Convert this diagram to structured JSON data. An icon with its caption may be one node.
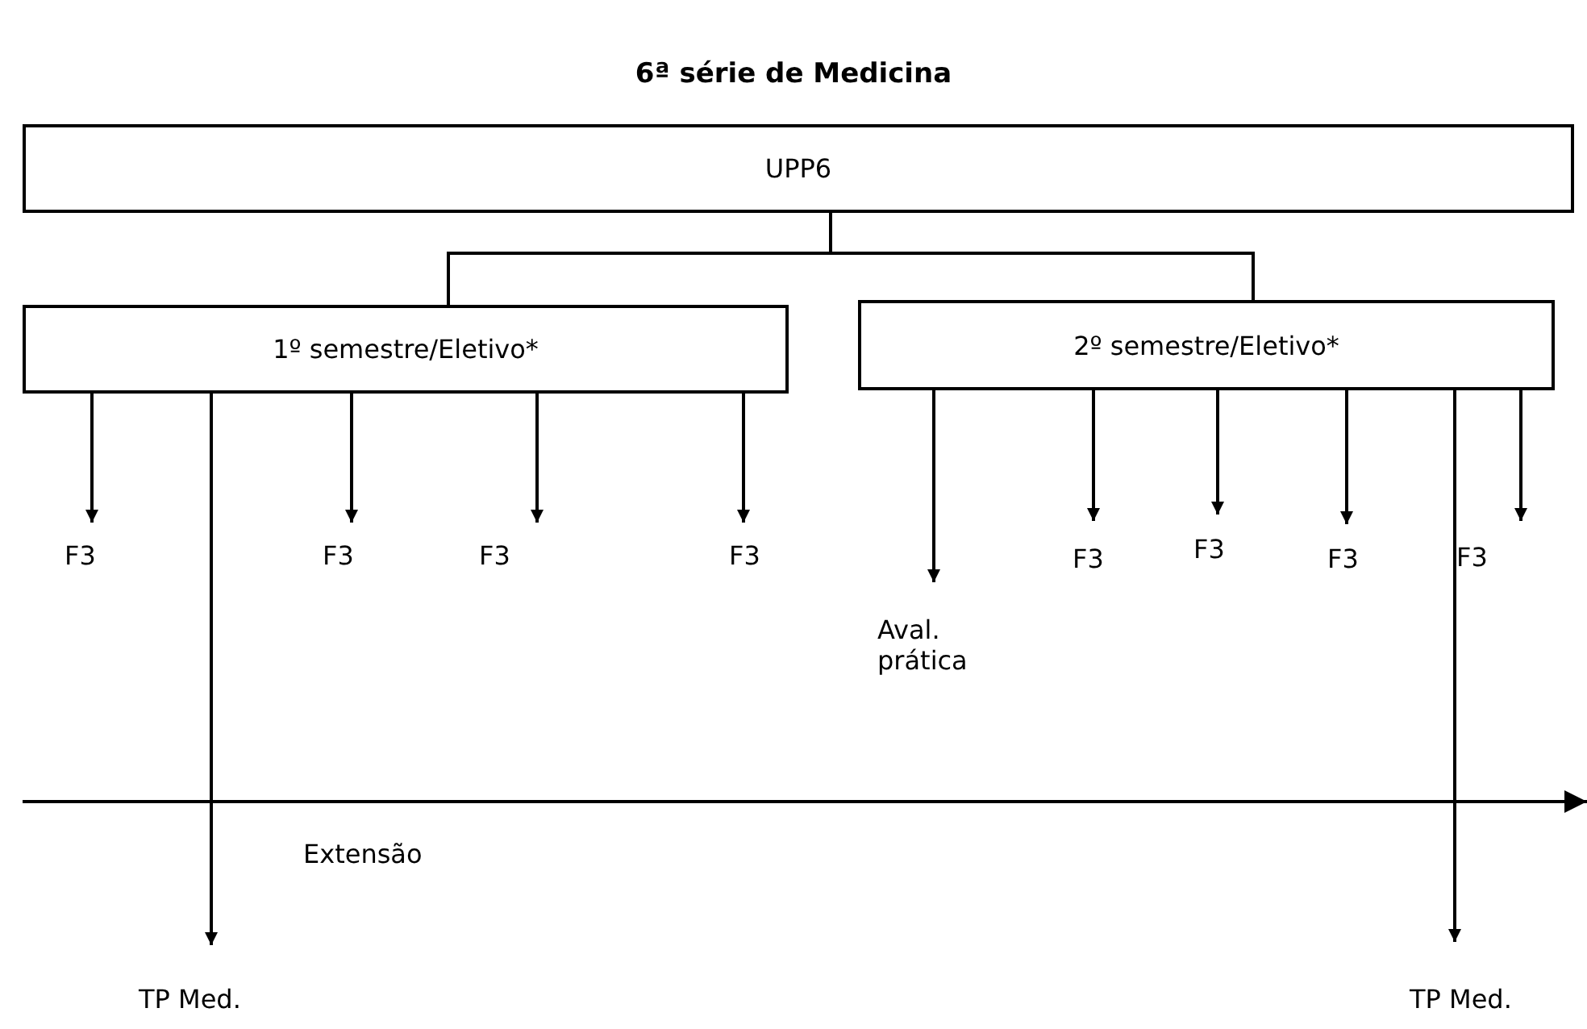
{
  "diagram": {
    "title": "6ª série de Medicina",
    "nodes": [
      {
        "text": [
          "UPP6"
        ]
      },
      {
        "text": [
          "1º semestre/Eletivo*"
        ]
      },
      {
        "text": [
          "2º semestre/Eletivo*"
        ]
      },
      {
        "text": [
          "F3"
        ]
      },
      {
        "text": [
          "F3"
        ]
      },
      {
        "text": [
          "F3"
        ]
      },
      {
        "text": [
          "F3"
        ]
      },
      {
        "text": [
          "Aval. prática"
        ]
      },
      {
        "text": [
          "F3"
        ]
      },
      {
        "text": [
          "F3"
        ]
      },
      {
        "text": [
          "F3"
        ]
      },
      {
        "text": [
          "F3"
        ]
      },
      {
        "text": [
          "TP Med."
        ]
      },
      {
        "text": [
          "TP Med."
        ]
      }
    ],
    "edges": [
      {
        "from": 0,
        "to": 1,
        "arrow": "none"
      },
      {
        "from": 0,
        "to": 2,
        "arrow": "none"
      },
      {
        "from": 1,
        "to": 3,
        "arrow": "to"
      },
      {
        "from": 1,
        "to": 12,
        "arrow": "to"
      },
      {
        "from": 1,
        "to": 4,
        "arrow": "to"
      },
      {
        "from": 1,
        "to": 5,
        "arrow": "to"
      },
      {
        "from": 1,
        "to": 6,
        "arrow": "to"
      },
      {
        "from": 2,
        "to": 7,
        "arrow": "to"
      },
      {
        "from": 2,
        "to": 8,
        "arrow": "to"
      },
      {
        "from": 2,
        "to": 9,
        "arrow": "to"
      },
      {
        "from": 2,
        "to": 10,
        "arrow": "to"
      },
      {
        "from": 2,
        "to": 13,
        "arrow": "to"
      },
      {
        "from": 2,
        "to": 11,
        "arrow": "to"
      }
    ],
    "labels": [
      "Extensão"
    ]
  }
}
